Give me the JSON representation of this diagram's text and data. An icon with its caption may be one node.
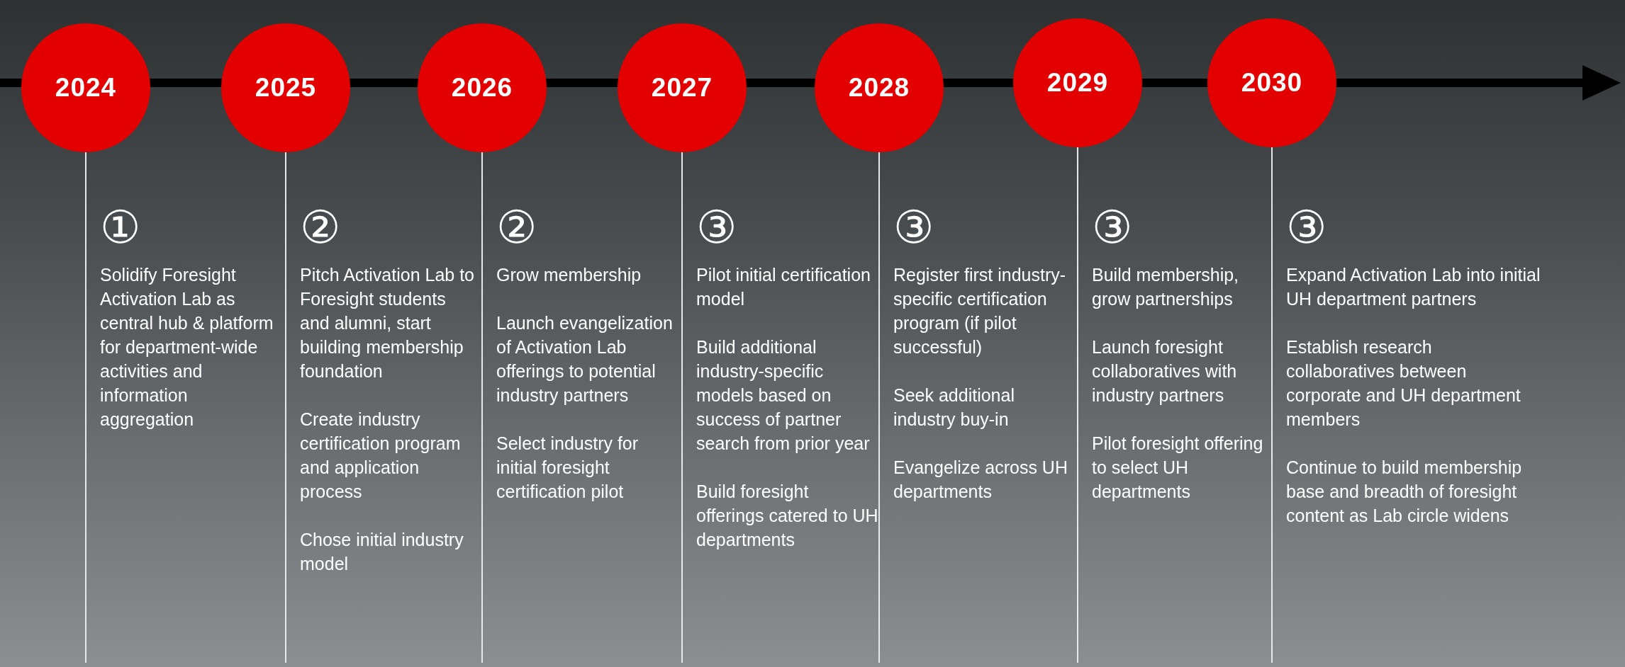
{
  "diagram": {
    "nodes": [
      {
        "text": [
          "2024"
        ],
        "beside": [
          "①",
          "Solidify Foresight Activation Lab as central hub & platform for department-wide activities and information aggregation"
        ]
      },
      {
        "text": [
          "2025"
        ],
        "beside": [
          "②",
          "Pitch Activation Lab to Foresight students and alumni, start building membership foundation",
          "Create industry certification program and application process",
          "Chose initial industry model"
        ]
      },
      {
        "text": [
          "2026"
        ],
        "beside": [
          "②",
          "Grow membership",
          "Launch evangelization of Activation Lab offerings to potential industry partners",
          "Select industry for initial foresight certification pilot"
        ]
      },
      {
        "text": [
          "2027"
        ],
        "beside": [
          "③",
          "Pilot initial certification model",
          "Build additional industry-specific models based on success of partner search from prior year",
          "Build foresight offerings catered to UH departments"
        ]
      },
      {
        "text": [
          "2028"
        ],
        "beside": [
          "③",
          "Register first industry-specific certification program (if pilot successful)",
          "Seek additional industry buy-in",
          "Evangelize across UH departments"
        ]
      },
      {
        "text": [
          "2029"
        ],
        "beside": [
          "③",
          "Build membership, grow partnerships",
          "Launch foresight collaboratives with industry partners",
          "Pilot foresight offering to select UH departments"
        ]
      },
      {
        "text": [
          "2030"
        ],
        "beside": [
          "③",
          "Expand Activation Lab into initial UH department partners",
          "Establish research collaboratives between corporate and UH department members",
          "Continue to build membership base and breadth of foresight content as Lab circle widens"
        ]
      }
    ],
    "edges": []
  }
}
